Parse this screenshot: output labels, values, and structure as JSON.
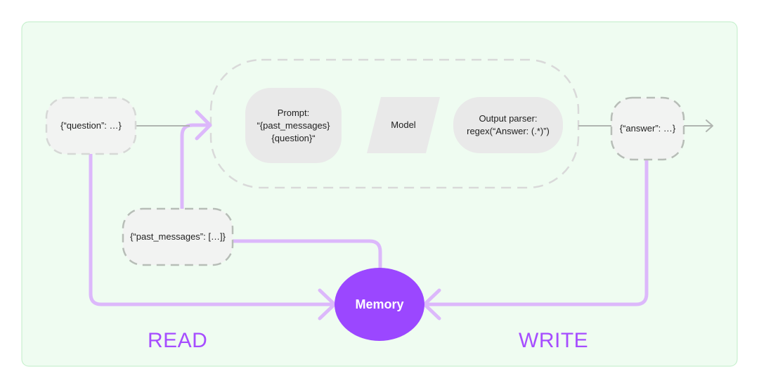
{
  "nodes": {
    "question": "{“question”: …}",
    "prompt": "Prompt:\n“{past_messages}\n{question}“",
    "model": "Model",
    "parser": "Output parser:\nregex(“Answer: (.*)”)",
    "answer": "{“answer”: …}",
    "past_messages": "{“past_messages”: […]}",
    "memory": "Memory"
  },
  "labels": {
    "read": "READ",
    "write": "WRITE"
  },
  "colors": {
    "panel_bg": "#effcf1",
    "panel_border": "#bfeec7",
    "dashed": "#d9d9d9",
    "dashed_dark": "#b7bdb7",
    "node_fill": "#e9e9e9",
    "connector": "#b0b5b0",
    "purple_line": "#dcb8fb",
    "memory_fill": "#9b47ff",
    "label_text": "#a64dff"
  }
}
